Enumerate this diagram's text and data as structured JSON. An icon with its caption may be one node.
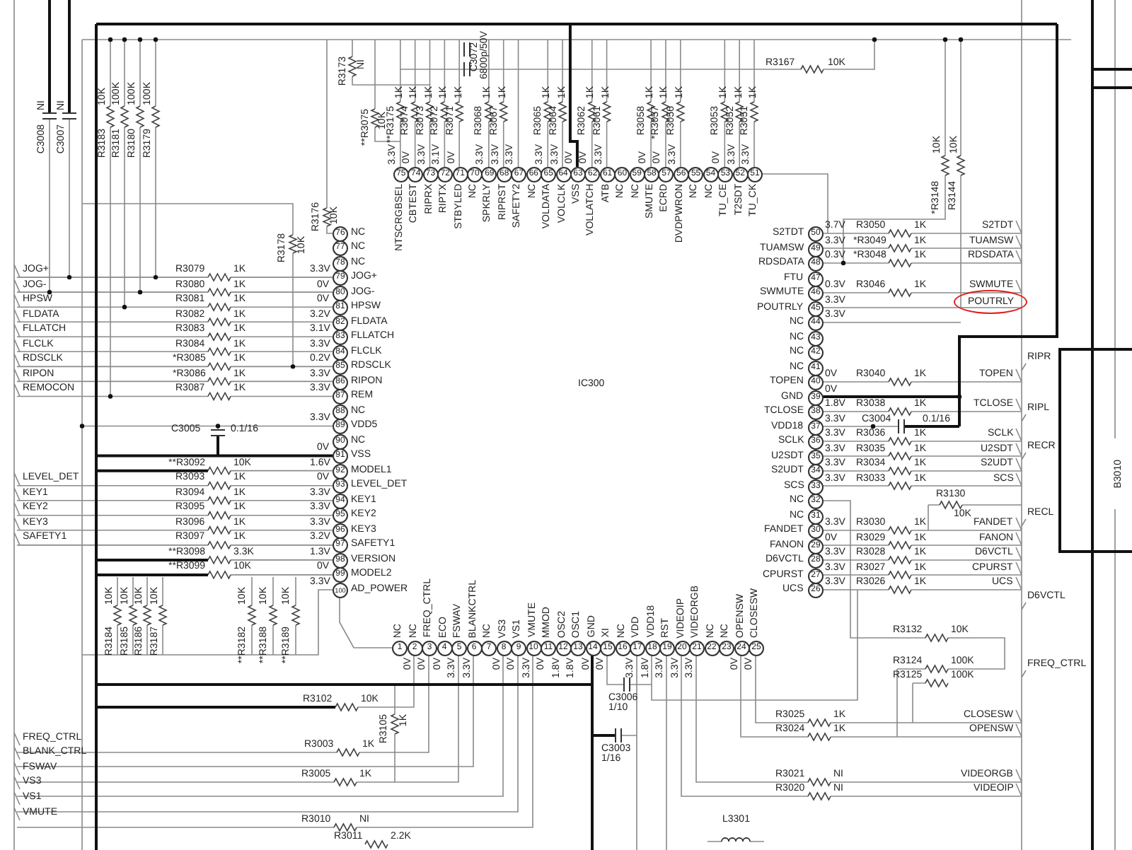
{
  "diagram": {
    "nodes": [
      {
        "text": [
          "IC300"
        ]
      },
      {
        "text": [
          "1"
        ],
        "beside": [
          "NC"
        ]
      },
      {
        "text": [
          "2"
        ],
        "beside": [
          "NC",
          "0V"
        ]
      },
      {
        "text": [
          "3"
        ],
        "beside": [
          "FREQ_CTRL",
          "0V"
        ]
      },
      {
        "text": [
          "4"
        ],
        "beside": [
          "ECO",
          "0V"
        ]
      },
      {
        "text": [
          "5"
        ],
        "beside": [
          "FSWAV",
          "3.3V"
        ]
      },
      {
        "text": [
          "6"
        ],
        "beside": [
          "BLANKCTRL",
          "3.3V"
        ]
      },
      {
        "text": [
          "7"
        ],
        "beside": [
          "NC"
        ]
      },
      {
        "text": [
          "8"
        ],
        "beside": [
          "VS3",
          "0V"
        ]
      },
      {
        "text": [
          "9"
        ],
        "beside": [
          "VS1",
          "0V"
        ]
      },
      {
        "text": [
          "10"
        ],
        "beside": [
          "VMUTE",
          "3.3V"
        ]
      },
      {
        "text": [
          "11"
        ],
        "beside": [
          "MMOD",
          "0V"
        ]
      },
      {
        "text": [
          "12"
        ],
        "beside": [
          "OSC2",
          "1.8V"
        ]
      },
      {
        "text": [
          "13"
        ],
        "beside": [
          "OSC1",
          "1.8V"
        ]
      },
      {
        "text": [
          "14"
        ],
        "beside": [
          "GND",
          "0V"
        ]
      },
      {
        "text": [
          "15"
        ],
        "beside": [
          "XI",
          "0V"
        ]
      },
      {
        "text": [
          "16"
        ],
        "beside": [
          "NC"
        ]
      },
      {
        "text": [
          "17"
        ],
        "beside": [
          "VDD",
          "3.3V"
        ]
      },
      {
        "text": [
          "18"
        ],
        "beside": [
          "VDD18",
          "1.8V"
        ]
      },
      {
        "text": [
          "19"
        ],
        "beside": [
          "RST",
          "3.3V"
        ]
      },
      {
        "text": [
          "20"
        ],
        "beside": [
          "VIDEOIP",
          "3.3V"
        ]
      },
      {
        "text": [
          "21"
        ],
        "beside": [
          "VIDEORGB",
          "3.3V"
        ]
      },
      {
        "text": [
          "22"
        ],
        "beside": [
          "NC"
        ]
      },
      {
        "text": [
          "23"
        ],
        "beside": [
          "NC"
        ]
      },
      {
        "text": [
          "24"
        ],
        "beside": [
          "OPENSW",
          "0V"
        ]
      },
      {
        "text": [
          "25"
        ],
        "beside": [
          "CLOSESW",
          "0V"
        ]
      },
      {
        "text": [
          "26"
        ],
        "beside": [
          "UCS",
          "3.3V"
        ]
      },
      {
        "text": [
          "27"
        ],
        "beside": [
          "CPURST",
          "3.3V"
        ]
      },
      {
        "text": [
          "28"
        ],
        "beside": [
          "D6VCTL",
          "3.3V"
        ]
      },
      {
        "text": [
          "29"
        ],
        "beside": [
          "FANON",
          "0V"
        ]
      },
      {
        "text": [
          "30"
        ],
        "beside": [
          "FANDET",
          "3.3V"
        ]
      },
      {
        "text": [
          "31"
        ],
        "beside": [
          "NC"
        ]
      },
      {
        "text": [
          "32"
        ],
        "beside": [
          "NC"
        ]
      },
      {
        "text": [
          "33"
        ],
        "beside": [
          "SCS",
          "3.3V"
        ]
      },
      {
        "text": [
          "34"
        ],
        "beside": [
          "S2UDT",
          "3.3V"
        ]
      },
      {
        "text": [
          "35"
        ],
        "beside": [
          "U2SDT",
          "3.3V"
        ]
      },
      {
        "text": [
          "36"
        ],
        "beside": [
          "SCLK",
          "3.3V"
        ]
      },
      {
        "text": [
          "37"
        ],
        "beside": [
          "VDD18",
          "3.3V"
        ]
      },
      {
        "text": [
          "38"
        ],
        "beside": [
          "TCLOSE",
          "1.8V"
        ]
      },
      {
        "text": [
          "39"
        ],
        "beside": [
          "GND",
          "0V"
        ]
      },
      {
        "text": [
          "40"
        ],
        "beside": [
          "TOPEN",
          "0V"
        ]
      },
      {
        "text": [
          "41"
        ],
        "beside": [
          "NC"
        ]
      },
      {
        "text": [
          "42"
        ],
        "beside": [
          "NC"
        ]
      },
      {
        "text": [
          "43"
        ],
        "beside": [
          "NC"
        ]
      },
      {
        "text": [
          "44"
        ],
        "beside": [
          "NC",
          "3.3V"
        ]
      },
      {
        "text": [
          "45"
        ],
        "beside": [
          "POUTRLY",
          "3.3V"
        ]
      },
      {
        "text": [
          "46"
        ],
        "beside": [
          "SWMUTE",
          "0.3V"
        ]
      },
      {
        "text": [
          "47"
        ],
        "beside": [
          "FTU"
        ]
      },
      {
        "text": [
          "48"
        ],
        "beside": [
          "RDSDATA",
          "0.3V"
        ]
      },
      {
        "text": [
          "49"
        ],
        "beside": [
          "TUAMSW",
          "3.3V"
        ]
      },
      {
        "text": [
          "50"
        ],
        "beside": [
          "S2TDT",
          "3.7V"
        ]
      },
      {
        "text": [
          "51"
        ],
        "beside": [
          "TU_CK",
          "3.3V"
        ]
      },
      {
        "text": [
          "52"
        ],
        "beside": [
          "T2SDT",
          "3.3V"
        ]
      },
      {
        "text": [
          "53"
        ],
        "beside": [
          "TU_CE",
          "0V"
        ]
      },
      {
        "text": [
          "54"
        ],
        "beside": [
          "NC"
        ]
      },
      {
        "text": [
          "55"
        ],
        "beside": [
          "NC"
        ]
      },
      {
        "text": [
          "56"
        ],
        "beside": [
          "DVDPWRON",
          "3.3V"
        ]
      },
      {
        "text": [
          "57"
        ],
        "beside": [
          "ECRD",
          "0V"
        ]
      },
      {
        "text": [
          "58"
        ],
        "beside": [
          "SMUTE",
          "0V"
        ]
      },
      {
        "text": [
          "59"
        ],
        "beside": [
          "NC"
        ]
      },
      {
        "text": [
          "60"
        ],
        "beside": [
          "NC"
        ]
      },
      {
        "text": [
          "61"
        ],
        "beside": [
          "ATB",
          "3.3V"
        ]
      },
      {
        "text": [
          "62"
        ],
        "beside": [
          "VOLLATCH",
          "0V"
        ]
      },
      {
        "text": [
          "63"
        ],
        "beside": [
          "VSS",
          "0V"
        ]
      },
      {
        "text": [
          "64"
        ],
        "beside": [
          "VOLCLK",
          "3.3V"
        ]
      },
      {
        "text": [
          "65"
        ],
        "beside": [
          "VOLDATA",
          "3.3V"
        ]
      },
      {
        "text": [
          "66"
        ],
        "beside": [
          "NC"
        ]
      },
      {
        "text": [
          "67"
        ],
        "beside": [
          "SAFETY2",
          "3.3V"
        ]
      },
      {
        "text": [
          "68"
        ],
        "beside": [
          "RIPRST",
          "3.3V"
        ]
      },
      {
        "text": [
          "69"
        ],
        "beside": [
          "SPKRLY",
          "3.3V"
        ]
      },
      {
        "text": [
          "70"
        ],
        "beside": [
          "NC"
        ]
      },
      {
        "text": [
          "71"
        ],
        "beside": [
          "STBYLED",
          "0V"
        ]
      },
      {
        "text": [
          "72"
        ],
        "beside": [
          "RIPTX",
          "3.1V"
        ]
      },
      {
        "text": [
          "73"
        ],
        "beside": [
          "RIPRX",
          "3.3V"
        ]
      },
      {
        "text": [
          "74"
        ],
        "beside": [
          "CBTEST",
          "0V"
        ]
      },
      {
        "text": [
          "75"
        ],
        "beside": [
          "NTSCRGBSEL",
          "3.3V"
        ]
      },
      {
        "text": [
          "76"
        ],
        "beside": [
          "NC"
        ]
      },
      {
        "text": [
          "77"
        ],
        "beside": [
          "NC"
        ]
      },
      {
        "text": [
          "78"
        ],
        "beside": [
          "NC"
        ]
      },
      {
        "text": [
          "79"
        ],
        "beside": [
          "JOG+",
          "3.3V"
        ]
      },
      {
        "text": [
          "80"
        ],
        "beside": [
          "JOG-",
          "0V"
        ]
      },
      {
        "text": [
          "81"
        ],
        "beside": [
          "HPSW",
          "0V"
        ]
      },
      {
        "text": [
          "82"
        ],
        "beside": [
          "FLDATA",
          "3.2V"
        ]
      },
      {
        "text": [
          "83"
        ],
        "beside": [
          "FLLATCH",
          "3.1V"
        ]
      },
      {
        "text": [
          "84"
        ],
        "beside": [
          "FLCLK",
          "3.3V"
        ]
      },
      {
        "text": [
          "85"
        ],
        "beside": [
          "RDSCLK",
          "0.2V"
        ]
      },
      {
        "text": [
          "86"
        ],
        "beside": [
          "RIPON",
          "3.3V"
        ]
      },
      {
        "text": [
          "87"
        ],
        "beside": [
          "REM",
          "3.3V"
        ]
      },
      {
        "text": [
          "88"
        ],
        "beside": [
          "NC"
        ]
      },
      {
        "text": [
          "89"
        ],
        "beside": [
          "VDD5",
          "3.3V"
        ]
      },
      {
        "text": [
          "90"
        ],
        "beside": [
          "NC"
        ]
      },
      {
        "text": [
          "91"
        ],
        "beside": [
          "VSS",
          "0V"
        ]
      },
      {
        "text": [
          "92"
        ],
        "beside": [
          "MODEL1",
          "1.6V"
        ]
      },
      {
        "text": [
          "93"
        ],
        "beside": [
          "LEVEL_DET",
          "0V"
        ]
      },
      {
        "text": [
          "94"
        ],
        "beside": [
          "KEY1",
          "3.3V"
        ]
      },
      {
        "text": [
          "95"
        ],
        "beside": [
          "KEY2",
          "3.3V"
        ]
      },
      {
        "text": [
          "96"
        ],
        "beside": [
          "KEY3",
          "3.3V"
        ]
      },
      {
        "text": [
          "97"
        ],
        "beside": [
          "SAFETY1",
          "3.2V"
        ]
      },
      {
        "text": [
          "98"
        ],
        "beside": [
          "VERSION",
          "1.3V"
        ]
      },
      {
        "text": [
          "99"
        ],
        "beside": [
          "MODEL2",
          "0V"
        ]
      },
      {
        "text": [
          "100"
        ],
        "beside": [
          "AD_POWER",
          "3.3V"
        ]
      },
      {
        "text": [
          "POUTRLY"
        ]
      }
    ],
    "labels": [
      "NI",
      "C3008",
      "NI",
      "C3007",
      "10K",
      "R3183",
      "100K",
      "R3181",
      "100K",
      "R3180",
      "100K",
      "R3179",
      "R3173",
      "NI",
      "**R3075",
      "10K",
      "R3176",
      "10K",
      "R3178",
      "10K",
      "1K",
      "**R3175",
      "1K",
      "R3074",
      "1K",
      "R3073",
      "1K",
      "R3072",
      "1K",
      "R3071",
      "C3072",
      "6800p/50V",
      "1K",
      "R3068",
      "1K",
      "R3067",
      "1K",
      "R3065",
      "1K",
      "R3064",
      "1K",
      "R3062",
      "1K",
      "R3061",
      "1K",
      "R3058",
      "1K",
      "*R3057",
      "1K",
      "R3056",
      "1K",
      "R3053",
      "1K",
      "R3052",
      "1K",
      "R3051",
      "R3167",
      "10K",
      "10K",
      "*R3148",
      "10K",
      "R3144",
      "JOG+",
      "R3079",
      "1K",
      "JOG-",
      "R3080",
      "1K",
      "HPSW",
      "R3081",
      "1K",
      "FLDATA",
      "R3082",
      "1K",
      "FLLATCH",
      "R3083",
      "1K",
      "FLCLK",
      "R3084",
      "1K",
      "RDSCLK",
      "*R3085",
      "1K",
      "RIPON",
      "*R3086",
      "1K",
      "REMOCON",
      "R3087",
      "1K",
      "C3005",
      "0.1/16",
      "**R3092",
      "10K",
      "LEVEL_DET",
      "R3093",
      "1K",
      "KEY1",
      "R3094",
      "1K",
      "KEY2",
      "R3095",
      "1K",
      "KEY3",
      "R3096",
      "1K",
      "SAFETY1",
      "R3097",
      "1K",
      "**R3098",
      "3.3K",
      "**R3099",
      "10K",
      "10K",
      "R3184",
      "10K",
      "R3185",
      "10K",
      "R3186",
      "10K",
      "R3187",
      "10K",
      "**R3182",
      "10K",
      "**R3188",
      "10K",
      "**R3189",
      "R3102",
      "10K",
      "R3105",
      "1K",
      "FREQ_CTRL",
      "R3003",
      "1K",
      "BLANK_CTRL",
      "FSWAV",
      "R3005",
      "1K",
      "VS3",
      "VS1",
      "VMUTE",
      "R3010",
      "NI",
      "R3011",
      "2.2K",
      "C3006",
      "1/10",
      "C3003",
      "1/16",
      "R3132",
      "10K",
      "R3124",
      "100K",
      "R3125",
      "100K",
      "R3025",
      "1K",
      "CLOSESW",
      "R3024",
      "1K",
      "OPENSW",
      "R3021",
      "NI",
      "VIDEORGB",
      "R3020",
      "NI",
      "VIDEOIP",
      "L3301",
      "R3050",
      "1K",
      "S2TDT",
      "*R3049",
      "1K",
      "TUAMSW",
      "*R3048",
      "1K",
      "RDSDATA",
      "R3046",
      "1K",
      "SWMUTE",
      "R3040",
      "1K",
      "TOPEN",
      "R3038",
      "1K",
      "TCLOSE",
      "C3004",
      "0.1/16",
      "R3036",
      "1K",
      "SCLK",
      "R3035",
      "1K",
      "U2SDT",
      "R3034",
      "1K",
      "S2UDT",
      "R3033",
      "1K",
      "SCS",
      "R3130",
      "10K",
      "R3030",
      "1K",
      "FANDET",
      "R3029",
      "1K",
      "FANON",
      "R3028",
      "1K",
      "D6VCTL",
      "R3027",
      "1K",
      "CPURST",
      "R3026",
      "1K",
      "UCS",
      "RIPR",
      "RIPL",
      "RECR",
      "RECL",
      "D6VCTL",
      "FREQ_CTRL",
      "B3010"
    ]
  }
}
